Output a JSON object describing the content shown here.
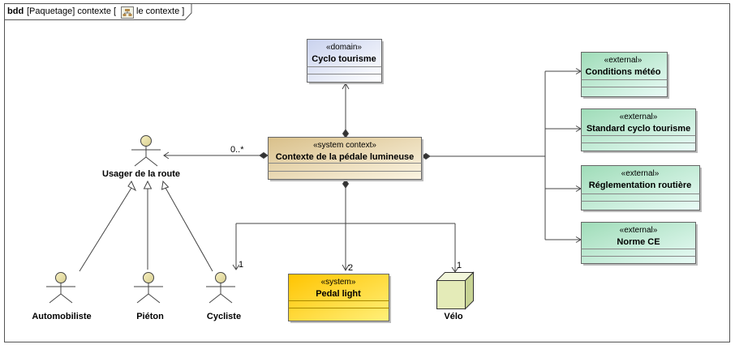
{
  "frame": {
    "kind": "bdd",
    "label_prefix": "[Paquetage] contexte [",
    "label_suffix": "le contexte ]"
  },
  "blocks": {
    "domain": {
      "stereotype": "«domain»",
      "name": "Cyclo tourisme",
      "fill": "#dfe4f2"
    },
    "system_context": {
      "stereotype": "«system context»",
      "name": "Contexte de la pédale lumineuse",
      "fill": "#e9d9b0"
    },
    "system": {
      "stereotype": "«system»",
      "name": "Pedal light",
      "fill": "#ffd11a"
    },
    "ext_meteo": {
      "stereotype": "«external»",
      "name": "Conditions météo",
      "fill": "#c8ecd7"
    },
    "ext_standard": {
      "stereotype": "«external»",
      "name": "Standard cyclo tourisme",
      "fill": "#c8ecd7"
    },
    "ext_reglementation": {
      "stereotype": "«external»",
      "name": "Réglementation routière",
      "fill": "#c8ecd7"
    },
    "ext_norme": {
      "stereotype": "«external»",
      "name": "Norme CE",
      "fill": "#c8ecd7"
    }
  },
  "actors": {
    "usager": "Usager de la route",
    "automobiliste": "Automobiliste",
    "pieton": "Piéton",
    "cycliste": "Cycliste"
  },
  "velo": {
    "name": "Vélo",
    "fill": "#e8efc4"
  },
  "multiplicities": {
    "usager": "0..*",
    "cycliste": "1",
    "system": "2",
    "velo": "1"
  }
}
